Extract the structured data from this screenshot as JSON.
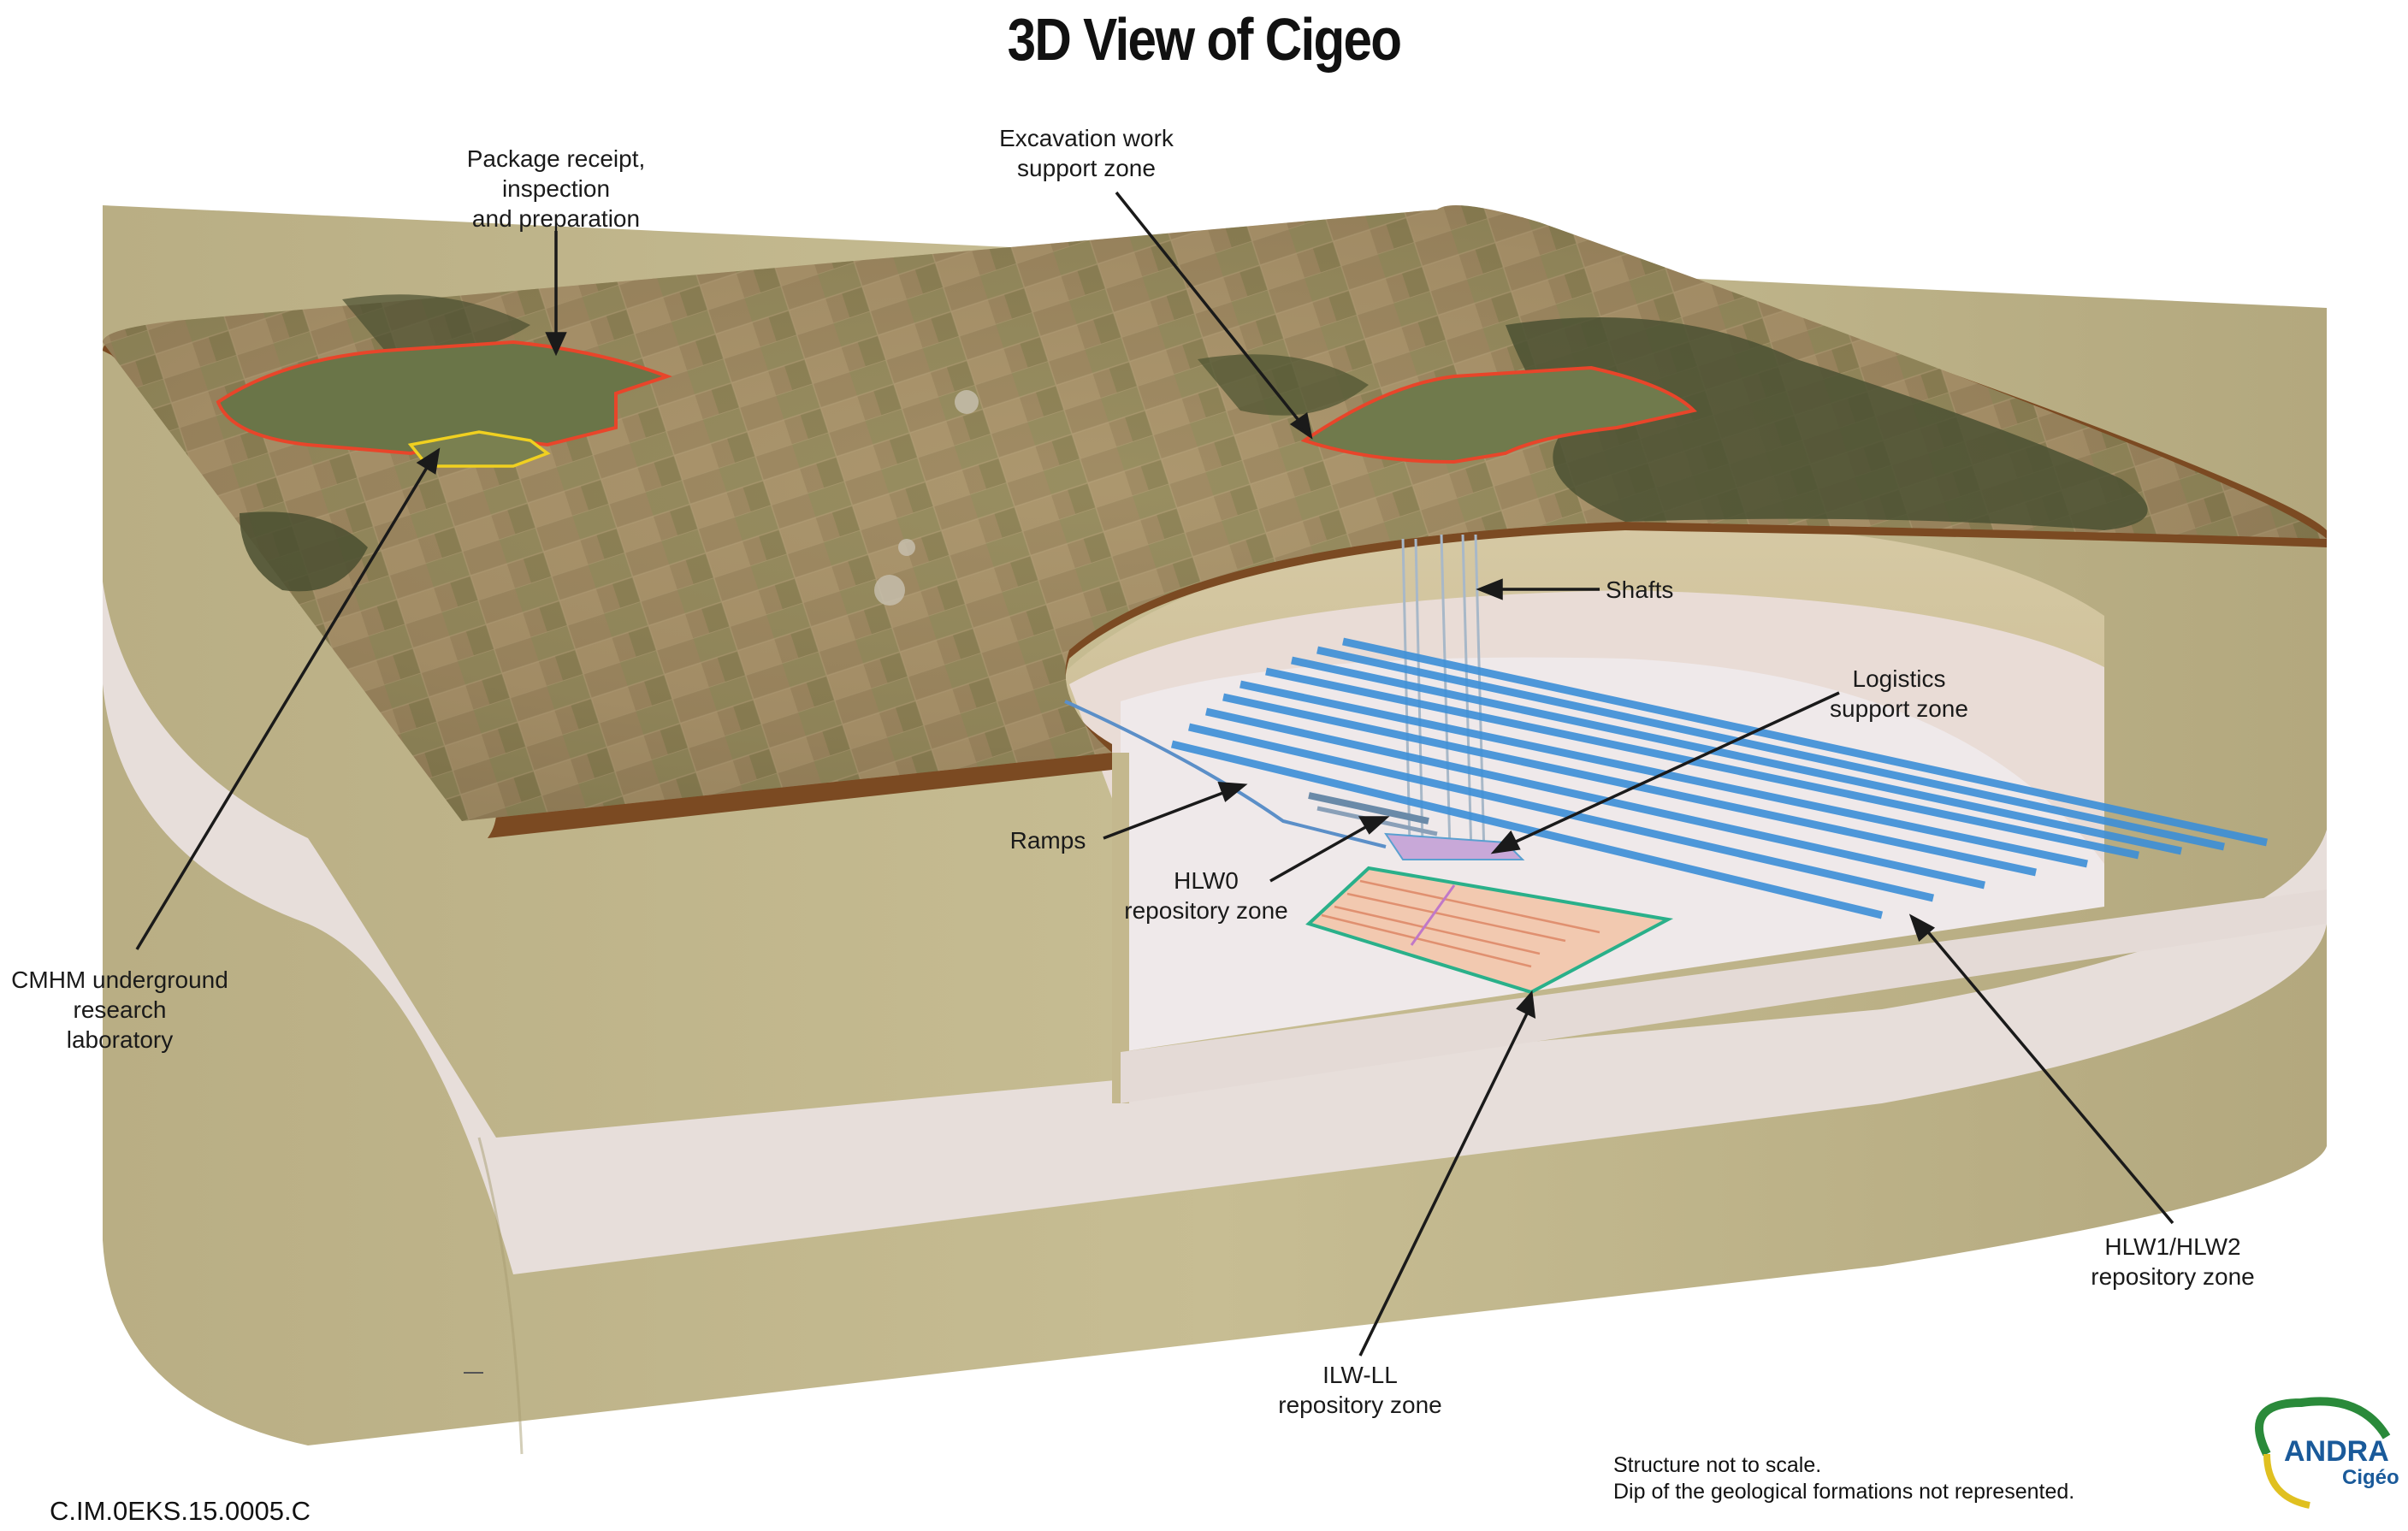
{
  "title": "3D View of Cigeo",
  "labels": {
    "package_receipt": "Package receipt,\ninspection\nand preparation",
    "excavation_support": "Excavation work\nsupport zone",
    "shafts": "Shafts",
    "logistics_support": "Logistics\nsupport zone",
    "ramps": "Ramps",
    "hlw0": "HLW0\nrepository zone",
    "cmhm_lab": "CMHM underground\nresearch\nlaboratory",
    "hlw1_hlw2": "HLW1/HLW2\nrepository zone",
    "ilw_ll": "ILW-LL\nrepository zone"
  },
  "notes": {
    "scale_line1": "Structure not to scale.",
    "scale_line2": "Dip of the geological formations not represented."
  },
  "reference_code": "C.IM.0EKS.15.0005.C",
  "logo": {
    "name": "ANDRA",
    "subtitle": "Cigéo",
    "icon": "andra-logo-icon"
  },
  "colors": {
    "rock_layer": "#c2b88d",
    "clay_layer": "#e8dfdc",
    "surface_rim": "#7a4a22",
    "terrain": "#8a7a55",
    "forest": "#3f4a2a",
    "surface_zone_outline": "#e8452a",
    "lab_outline": "#f0d020",
    "hlw_tunnels": "#3c8fd8",
    "ilw_tunnels": "#e09070",
    "ilw_outline": "#2ab08a",
    "logo_green": "#2a8a3a",
    "logo_yellow": "#e0c020",
    "logo_blue": "#1a5a9a"
  }
}
